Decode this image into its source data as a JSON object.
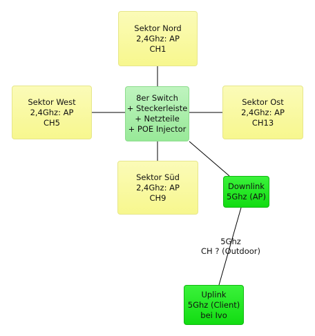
{
  "nodes": {
    "nord": {
      "lines": [
        "Sektor Nord",
        "2,4Ghz: AP",
        "CH1"
      ]
    },
    "west": {
      "lines": [
        "Sektor West",
        "2,4Ghz: AP",
        "CH5"
      ]
    },
    "switch": {
      "lines": [
        "8er Switch",
        "+ Steckerleiste",
        "+ Netzteile",
        "+ POE Injector"
      ]
    },
    "ost": {
      "lines": [
        "Sektor Ost",
        "2,4Ghz: AP",
        "CH13"
      ]
    },
    "sued": {
      "lines": [
        "Sektor Süd",
        "2,4Ghz: AP",
        "CH9"
      ]
    },
    "downlink": {
      "lines": [
        "Downlink",
        "5Ghz (AP)"
      ]
    },
    "uplink": {
      "lines": [
        "Uplink",
        "5Ghz (Client)",
        "bei Ivo"
      ]
    }
  },
  "edge_label": {
    "lines": [
      "5Ghz",
      "CH ? (Outdoor)"
    ]
  },
  "colors": {
    "sector": "#f8f89c",
    "switch": "#a8eda8",
    "radio": "#22e622",
    "edge": "#000000"
  }
}
